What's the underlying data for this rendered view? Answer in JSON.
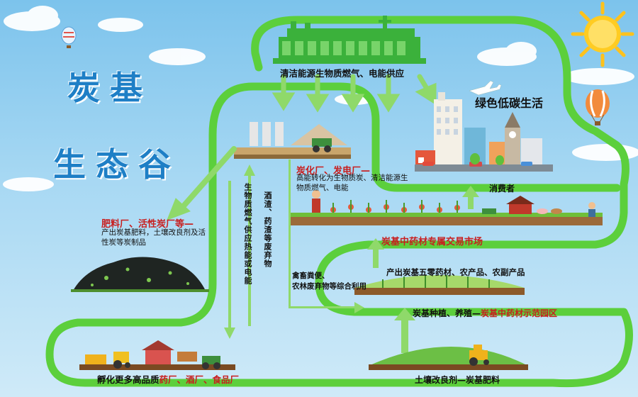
{
  "title": {
    "line1": "炭基",
    "line2": "生态谷"
  },
  "top_label": "清洁能源生物质燃气、电能供应",
  "green_life": "绿色低碳生活",
  "consumer": "消费者",
  "charcoal_plant": {
    "title": "炭化厂、发电厂—",
    "desc": "高能转化为生物质炭、清洁能源生物质燃气、电能"
  },
  "fertilizer_plant": {
    "title": "肥料厂、活性炭厂等—",
    "desc": "产出炭基肥料，土壤改良剂及活性炭等炭制品"
  },
  "vertical_left": "生物质燃气供应热能或电能",
  "vertical_right": "酒渣、药渣等废弃物",
  "market": "炭基中药材专属交易市场",
  "produce": "产出炭基五零药材、农产品、农副产品",
  "waste_use": {
    "line1": "禽畜粪便、",
    "line2": "农林废弃物等综合利用"
  },
  "demo_zone": {
    "black": "炭基种植、养殖—",
    "red": "炭基中药材示范园区"
  },
  "soil": "土壤改良剂—炭基肥料",
  "incubate": {
    "black": "孵化更多高品质",
    "red": "药厂、酒厂、食品厂"
  },
  "colors": {
    "loop_green": "#5ccf3c",
    "arrow_green": "#8fd96a",
    "title_blue": "#1e7fc6",
    "label_red": "#c81e1e"
  }
}
